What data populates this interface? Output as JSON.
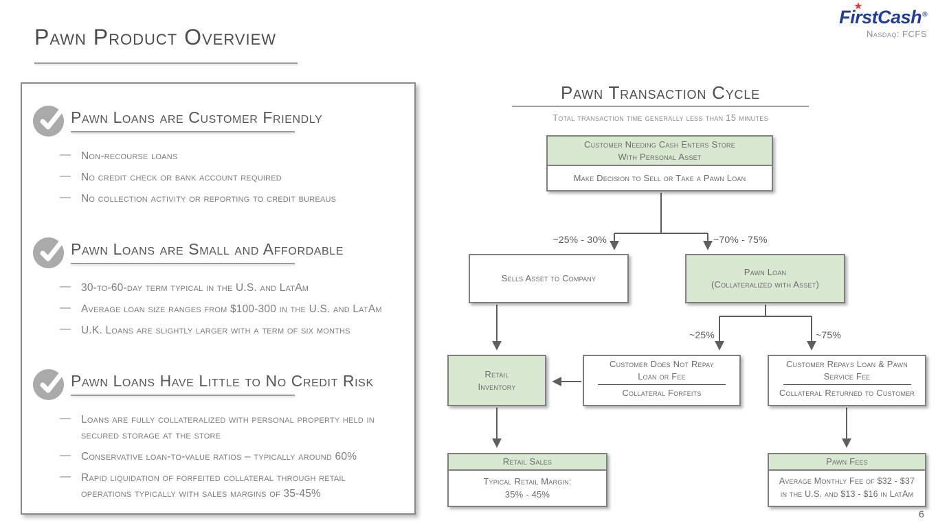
{
  "header": {
    "title": "Pawn Product Overview",
    "logo_text": "FirstCash",
    "logo_registered": "®",
    "ticker": "Nasdaq: FCFS"
  },
  "icons": {
    "check": "✓",
    "star": "★",
    "bullet_dash": "—"
  },
  "panel": {
    "sections": [
      {
        "heading": "Pawn Loans are Customer Friendly",
        "bullets": [
          "Non-recourse loans",
          "No credit check or bank account required",
          "No collection activity or reporting to credit bureaus"
        ]
      },
      {
        "heading": "Pawn Loans are Small and Affordable",
        "bullets": [
          "30-to-60-day term typical in the U.S. and LatAm",
          "Average loan size ranges from $100-300 in the U.S. and LatAm",
          "U.K. Loans are slightly larger with a term of six months"
        ]
      },
      {
        "heading": "Pawn Loans Have Little to No Credit Risk",
        "bullets": [
          "Loans are fully collateralized with personal property held in secured storage at the store",
          "Conservative loan-to-value ratios – typically around 60%",
          "Rapid liquidation of forfeited collateral through retail operations typically with sales margins of 35-45%"
        ]
      }
    ]
  },
  "flowchart": {
    "title": "Pawn Transaction Cycle",
    "subtitle": "Total transaction time generally less than 15 minutes",
    "entry": {
      "top_lines": [
        "Customer Needing Cash Enters Store",
        "With Personal Asset"
      ],
      "bottom": "Make Decision to Sell or Take a Pawn Loan"
    },
    "split1": {
      "left_label": "~25% - 30%",
      "right_label": "~70% - 75%"
    },
    "sell_node": {
      "label": "Sells Asset to Company"
    },
    "pawn_loan_node": {
      "lines": [
        "Pawn Loan",
        "(Collateralized with Asset)"
      ]
    },
    "split2": {
      "left_label": "~25%",
      "right_label": "~75%"
    },
    "retail_inventory_node": {
      "lines": [
        "Retail",
        "Inventory"
      ]
    },
    "no_repay_node": {
      "top_lines": [
        "Customer Does Not Repay",
        "Loan or Fee"
      ],
      "bottom": "Collateral Forfeits"
    },
    "repay_node": {
      "top_lines": [
        "Customer Repays Loan & Pawn",
        "Service Fee"
      ],
      "bottom": "Collateral Returned to Customer"
    },
    "retail_sales_node": {
      "header": "Retail Sales",
      "body_lines": [
        "Typical Retail Margin:",
        "35% - 45%"
      ]
    },
    "pawn_fees_node": {
      "header": "Pawn Fees",
      "body_lines": [
        "Average Monthly Fee of $32 - $37",
        "in the U.S. and $13 - $16 in LatAm"
      ]
    }
  },
  "footer": {
    "page_number": "6"
  },
  "colors": {
    "accent_green": "#d9e8d0",
    "box_border": "#7f7f7f",
    "connector_gray": "#5f5f5f",
    "logo_blue": "#233e93",
    "logo_star_red": "#e03a3f",
    "heading_gray": "#565656",
    "body_text_gray": "#7d7d7d"
  }
}
